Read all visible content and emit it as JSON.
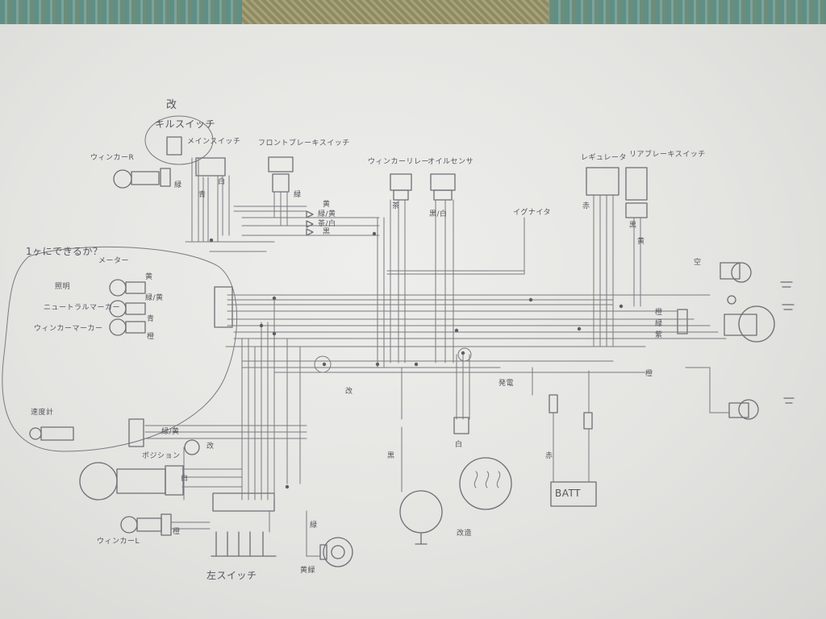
{
  "labels": {
    "kai_top": "改",
    "kill_switch": "キルスイッチ",
    "main_switch": "メインスイッチ",
    "winker_r": "ウィンカーR",
    "front_brake_switch": "フロントブレーキスイッチ",
    "winker_relay": "ウィンカーリレー",
    "oil_sensor": "オイルセンサ",
    "ignition": "イグナイタ",
    "regulator": "レギュレータ",
    "rear_brake_switch": "リアブレーキスイッチ",
    "question": "1ヶにできるか？",
    "meter": "メーター",
    "illumination": "照明",
    "neutral_marker": "ニュートラルマーカー",
    "winker_marker": "ウィンカーマーカー",
    "speedometer": "速度計",
    "position": "ポジション",
    "kai_mid": "改",
    "kai_center": "改",
    "winker_l": "ウィンカーL",
    "left_switch": "左スイッチ",
    "generator": "発電",
    "battery": "BATT",
    "kai_bottom": "改造",
    "horn_color": "黄緑",
    "blue_right": "空",
    "wire_green": "緑",
    "wire_green2": "緑",
    "wire_green3": "緑",
    "wire_blue": "青",
    "wire_white": "白",
    "wire_yellow": "黄",
    "wire_black": "黒",
    "wire_red": "赤",
    "wire_brown": "茶",
    "wire_orange": "橙",
    "wire_purple": "紫",
    "wire_greenyellow": "緑/黄",
    "wire_brownwhite": "茶/白",
    "wire_blackwhite": "黒/白"
  },
  "colors": {
    "pencil": "#6e6e74",
    "paper": "#e8e8e5"
  }
}
